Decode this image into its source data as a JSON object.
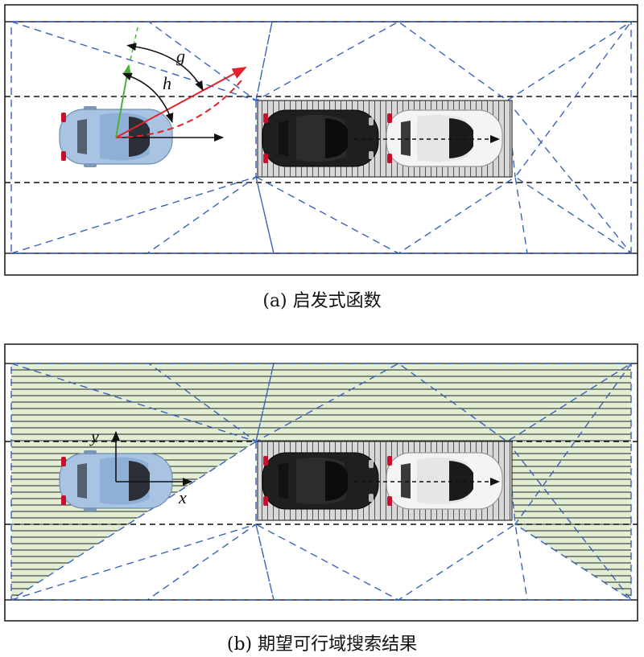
{
  "panel_a": {
    "caption": "(a) 启发式函数",
    "angle_label_g": "g",
    "angle_label_h": "h"
  },
  "panel_b": {
    "caption": "(b) 期望可行域搜索结果",
    "axis_label_x": "x",
    "axis_label_y": "y"
  },
  "colors": {
    "triangulation_edge": "#3a63b8",
    "heuristic_arrow": "#e0242a",
    "goal_direction": "#4caf3a",
    "feasible_region_fill": "#e2eed3",
    "ego_car": "#a9c3e3",
    "parked_car_dark": "#1f1f1f",
    "parked_car_light": "#f4f4f4"
  },
  "icons": [
    "ego-car-icon",
    "parked-car-black-icon",
    "parked-car-white-icon"
  ]
}
